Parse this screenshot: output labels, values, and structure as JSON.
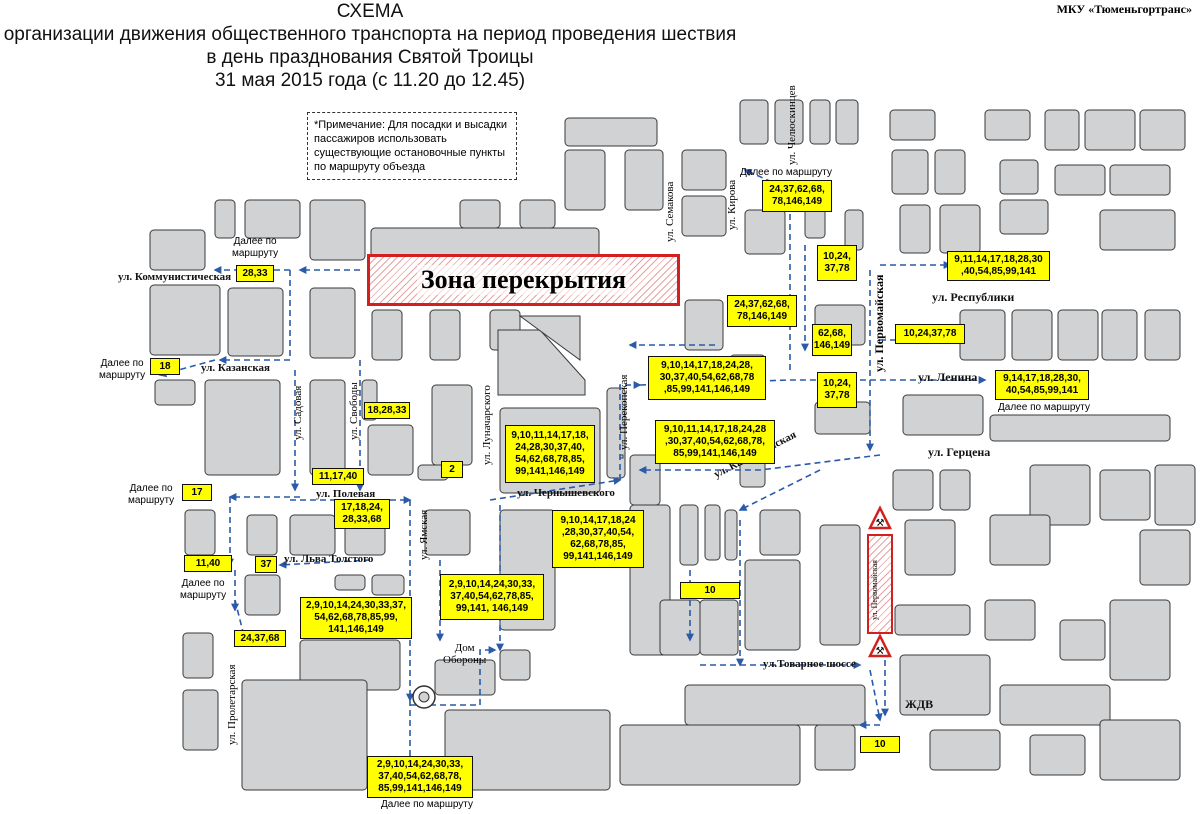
{
  "header": {
    "title_lines": [
      "СХЕМА",
      "организации движения общественного транспорта на период проведения шествия",
      "в день празднования Святой Троицы",
      "31 мая 2015 года (с 11.20 до 12.45)"
    ],
    "organization": "МКУ «Тюменьгортранс»"
  },
  "note": "*Примечание: Для посадки и высадки пассажиров использовать существующие остановочные пункты по маршруту объезда",
  "closure_zone": {
    "label": "Зона перекрытия",
    "color": "#d21f1f"
  },
  "streets": {
    "kommunisticheskaya": "ул. Коммунистическая",
    "kazanskaya": "ул. Казанская",
    "sadovaya": "ул. Садовая",
    "svobody": "ул. Свободы",
    "polevaya": "ул. Полевая",
    "lva_tolstogo": "ул. Льва Толстого",
    "proletarskaya": "ул. Пролетарская",
    "yamskaya": "ул. Ямская",
    "lunacharskogo": "ул. Луначарского",
    "perekopskaya": "ул. Перекопская",
    "chernyshevskogo": "ул. Чернышевского",
    "semakova": "ул. Семакова",
    "kirova": "ул. Кирова",
    "chelyuskintsev": "ул. Челюскинцев",
    "pervomayskaya": "ул. Первомайская",
    "pervomayskaya_small": "ул. Первомайская",
    "respubliki": "ул. Республики",
    "lenina": "ул. Ленина",
    "gertsena": "ул. Герцена",
    "kamyshinskaya": "ул. Камышинская",
    "tovarnoe": "ул.Товарное шоссе",
    "zhdv": "ЖДВ",
    "dom_oborony": "Дом\nОбороны"
  },
  "further": {
    "f1": "Далее по\nмаршруту",
    "f2": "Далее по\nмаршруту",
    "f3": "Далее по\nмаршруту",
    "f4": "Далее по\nмаршруту",
    "f5": "Далее по маршруту",
    "f6": "Далее по маршруту",
    "f7": "Далее по маршруту"
  },
  "routes": {
    "r_28_33": "28,33",
    "r_18": "18",
    "r_18_28_33": "18,28,33",
    "r_11_17_40": "11,17,40",
    "r_2": "2",
    "r_17": "17",
    "r_17_18_24": "17,18,24,\n28,33,68",
    "r_11_40": "11,40",
    "r_37": "37",
    "r_24_37_68": "24,37,68",
    "r_big_left": "2,9,10,14,24,30,33,37,\n54,62,68,78,85,99,\n141,146,149",
    "r_lunach": "9,10,11,14,17,18,\n24,28,30,37,40,\n54,62,68,78,85,\n99,141,146,149",
    "r_dom": "2,9,10,14,24,30,33,\n37,40,54,62,78,85,\n99,141, 146,149",
    "r_bottom": "2,9,10,14,24,30,33,\n37,40,54,62,68,78,\n85,99,141,146,149",
    "r_chern": "9,10,14,17,18,24\n,28,30,37,40,54,\n62,68,78,85,\n99,141,146,149",
    "r_perek": "9,10,14,17,18,24,28,\n30,37,40,54,62,68,78\n,85,99,141,146,149",
    "r_perek2": "9,10,11,14,17,18,24,28\n,30,37,40,54,62,68,78,\n85,99,141,146,149",
    "r_24_37_mid": "24,37,62,68,\n78,146,149",
    "r_24_37_top": "24,37,62,68,\n78,146,149",
    "r_10_24_37_78_a": "10,24,\n37,78",
    "r_62_68": "62,68,\n146,149",
    "r_10_24_37_78_b": "10,24,\n37,78",
    "r_10_24_37_78_c": "10,24,37,78",
    "r_resp": "9,11,14,17,18,28,30\n,40,54,85,99,141",
    "r_lenina": "9,14,17,18,28,30,\n40,54,85,99,141",
    "r_10_a": "10",
    "r_10_b": "10"
  },
  "colors": {
    "block": "#d0d2d4",
    "block_stroke": "#3a3a3a",
    "arrow": "#2a5aa8",
    "route_box": "#ffff00",
    "closure": "#d21f1f"
  },
  "icons": [
    "road-works-sign-icon",
    "road-works-sign-icon",
    "traffic-circle-icon"
  ]
}
